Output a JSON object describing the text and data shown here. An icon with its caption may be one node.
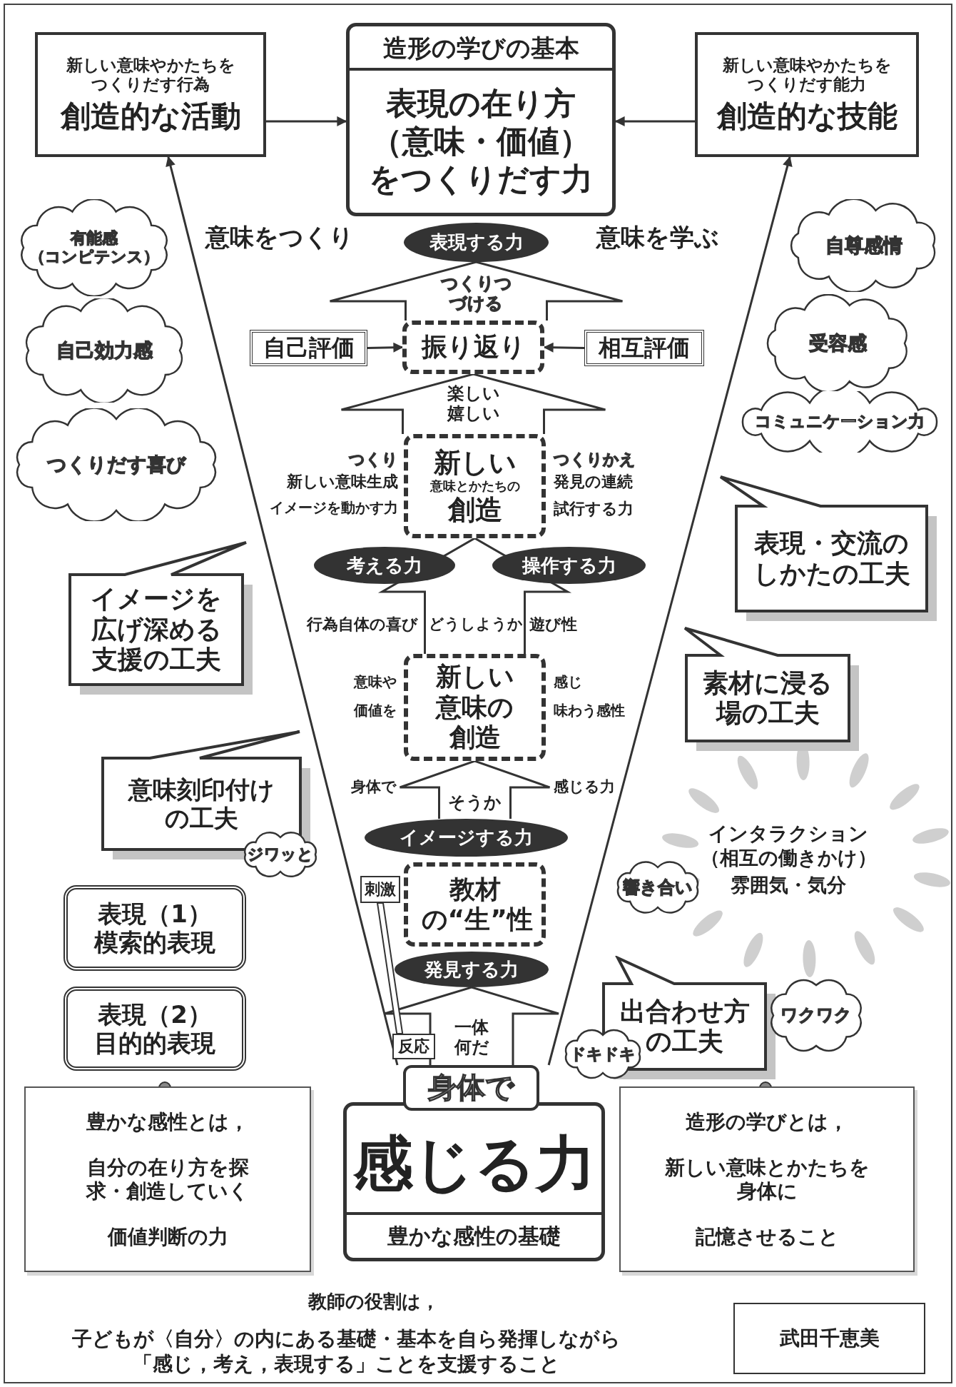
{
  "diagram": {
    "nodes": [
      {
        "text": [
          "新しい意味やかたちをつくりだす行為",
          "創造的な活動"
        ]
      },
      {
        "text": [
          "**造形の学び**の基本",
          "表現の在り方（意味・価値）をつくりだす力"
        ]
      },
      {
        "text": [
          "新しい意味やかたちをつくりだす能力",
          "創造的な技能"
        ]
      },
      {
        "text": [
          "表現する力"
        ]
      },
      {
        "text": [
          "自己評価"
        ]
      },
      {
        "text": [
          "振り返り"
        ]
      },
      {
        "text": [
          "相互評価"
        ]
      },
      {
        "text": [
          "新しい",
          "意味とかたちの",
          "創造"
        ]
      },
      {
        "text": [
          "考える力"
        ]
      },
      {
        "text": [
          "操作する力"
        ]
      },
      {
        "text": [
          "新しい意味の創造"
        ]
      },
      {
        "text": [
          "イメージする力"
        ]
      },
      {
        "text": [
          "教材の“生”性"
        ]
      },
      {
        "text": [
          "発見する力"
        ]
      },
      {
        "text": [
          "身体で",
          "感じる力",
          "**豊かな感性**の基礎"
        ]
      },
      {
        "text": [
          "有能感",
          "（コンピテンス）"
        ]
      },
      {
        "text": [
          "自己効力感"
        ]
      },
      {
        "text": [
          "つくりだす喜び"
        ]
      },
      {
        "text": [
          "自尊感情"
        ]
      },
      {
        "text": [
          "受容感"
        ]
      },
      {
        "text": [
          "コミュニケーション力"
        ]
      },
      {
        "text": [
          "イメージを広げ深める支援の工夫"
        ]
      },
      {
        "text": [
          "意味刻印付けの工夫"
        ]
      },
      {
        "text": [
          "ジワッと"
        ]
      },
      {
        "text": [
          "表現（1）",
          "模索的表現"
        ]
      },
      {
        "text": [
          "表現（2）",
          "目的的表現"
        ]
      },
      {
        "text": [
          "**豊かな感性**とは，",
          "自分の在り方を探求・創造していく",
          "価値判断の力"
        ]
      },
      {
        "text": [
          "表現・交流のしかたの工夫"
        ]
      },
      {
        "text": [
          "素材に浸る場の工夫"
        ]
      },
      {
        "text": [
          "響き合い"
        ]
      },
      {
        "text": [
          "出合わせ方の工夫"
        ]
      },
      {
        "text": [
          "ワクワク"
        ]
      },
      {
        "text": [
          "ドキドキ"
        ]
      },
      {
        "text": [
          "**造形の学び**とは，",
          "新しい意味とかたちを身体に",
          "記憶させること"
        ]
      },
      {
        "text": [
          "刺激"
        ]
      },
      {
        "text": [
          "反応"
        ]
      },
      {
        "text": [
          "武田千恵美"
        ]
      }
    ],
    "edges": [
      {
        "from": 0,
        "to": 1,
        "arrow": "to"
      },
      {
        "from": 2,
        "to": 1,
        "arrow": "to"
      },
      {
        "from": 14,
        "to": 0,
        "arrow": "to"
      },
      {
        "from": 14,
        "to": 2,
        "arrow": "to"
      },
      {
        "from": 4,
        "to": 5,
        "arrow": "to"
      },
      {
        "from": 6,
        "to": 5,
        "arrow": "to"
      },
      {
        "from": 5,
        "to": 3,
        "arrow": "to",
        "style": "thick",
        "label": "つくりつづける"
      },
      {
        "from": 7,
        "to": 5,
        "arrow": "to",
        "style": "thick",
        "label": "楽しい嬉しい"
      },
      {
        "from": 10,
        "to": 7,
        "arrow": "to",
        "style": "thick",
        "label": "どうしようか"
      },
      {
        "from": 11,
        "to": 10,
        "arrow": "to",
        "style": "thick",
        "label": "そうか"
      },
      {
        "from": 14,
        "to": 13,
        "arrow": "to",
        "style": "thick",
        "label": "一体何だ"
      },
      {
        "from": 34,
        "to": 35,
        "arrow": "none"
      }
    ],
    "labels": [
      "意味をつくり",
      "意味を学ぶ",
      "つくり",
      "新しい意味生成",
      "イメージを動かす力",
      "つくりかえ",
      "発見の連続",
      "試行する力",
      "行為自体の喜び",
      "遊び性",
      "意味や",
      "価値を",
      "感じ",
      "味わう感性",
      "身体で",
      "感じる力",
      "インタラクション",
      "（相互の働きかけ）",
      "雰囲気・気分",
      "**教師の役割**は，",
      "子どもが〈自分〉の内にある基礎・基本を自ら発揮しながら「感じ，考え，表現する」ことを支援すること"
    ]
  }
}
